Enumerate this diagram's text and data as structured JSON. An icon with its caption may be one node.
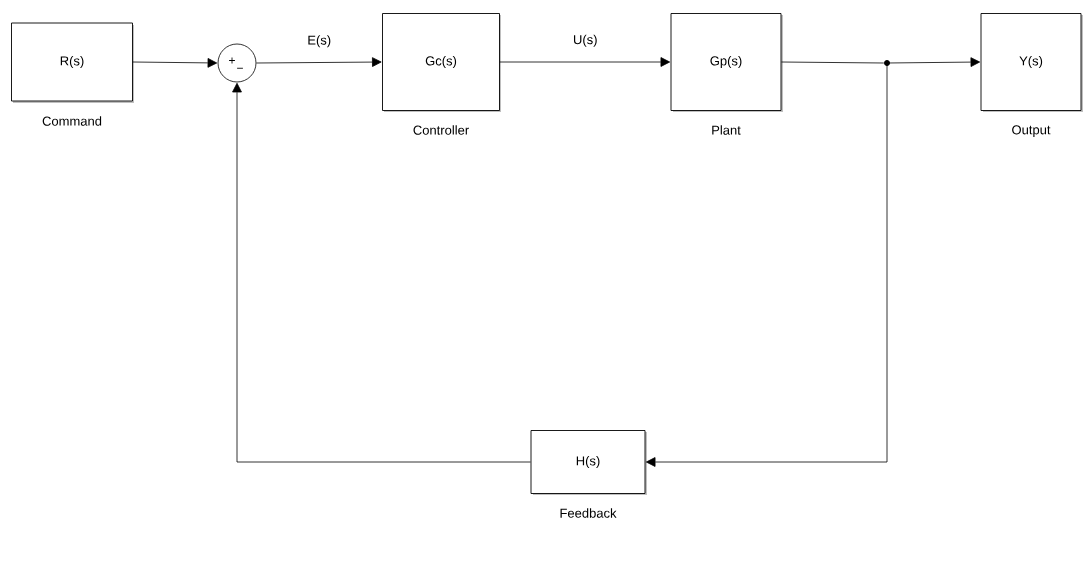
{
  "diagram": {
    "nodes": [
      {
        "text": [
          "R(s)"
        ],
        "beside": [
          "Command"
        ]
      },
      {
        "text": [
          "+",
          "−"
        ]
      },
      {
        "text": [
          "Gc(s)"
        ],
        "beside": [
          "Controller"
        ]
      },
      {
        "text": [
          "Gp(s)"
        ],
        "beside": [
          "Plant"
        ]
      },
      {
        "text": [],
        "shape": "circle"
      },
      {
        "text": [
          "Y(s)"
        ],
        "beside": [
          "Output"
        ]
      },
      {
        "text": [
          "H(s)"
        ],
        "beside": [
          "Feedback"
        ]
      }
    ],
    "edges": [
      {
        "from": 0,
        "to": 1,
        "arrow": "to"
      },
      {
        "from": 1,
        "to": 2,
        "arrow": "to",
        "label": "E(s)"
      },
      {
        "from": 2,
        "to": 3,
        "arrow": "to",
        "label": "U(s)"
      },
      {
        "from": 3,
        "to": 4,
        "arrow": "none"
      },
      {
        "from": 4,
        "to": 5,
        "arrow": "to"
      },
      {
        "from": 4,
        "to": 6,
        "arrow": "to"
      },
      {
        "from": 6,
        "to": 1,
        "arrow": "to"
      }
    ]
  }
}
